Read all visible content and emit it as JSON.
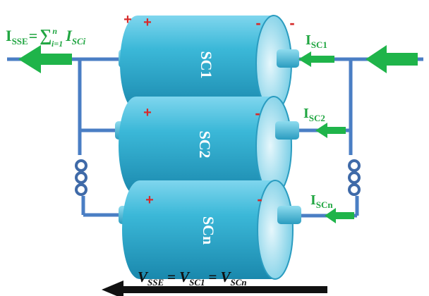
{
  "colors": {
    "wire": "#4a7ec4",
    "cap_body": "#3bb8d8",
    "cap_body_dark": "#1c8fb4",
    "cap_end": "#bfe8f4",
    "terminal": "#4ab8d2",
    "arrow_green": "#1fb44a",
    "plus_minus_red": "#d62b2b",
    "label_green": "#21a642",
    "inductor": "#3f6aa8",
    "black": "#111111"
  },
  "capacitors": [
    {
      "label": "SC1",
      "plus": "+",
      "minus": "-"
    },
    {
      "label": "SC2",
      "plus": "+",
      "minus": "-"
    },
    {
      "label": "SCn",
      "plus": "+",
      "minus": "-"
    }
  ],
  "outer_signs": {
    "plus": "+",
    "minus": "-"
  },
  "currents": {
    "total_main": "I",
    "total_sub": "SSE",
    "total_eq": "=",
    "sum_symbol": "∑",
    "sum_lower": "i=1",
    "sum_upper": "n",
    "sum_term_main": "I",
    "sum_term_sub": "SCi",
    "branch_1": {
      "main": "I",
      "sub": "SC1"
    },
    "branch_2": {
      "main": "I",
      "sub": "SC2"
    },
    "branch_n": {
      "main": "I",
      "sub": "SCn"
    }
  },
  "voltage": {
    "v1_main": "V",
    "v1_sub": "SSE",
    "eq1": "=",
    "v2_main": "V",
    "v2_sub": "SC1",
    "eq2": "=",
    "v3_main": "V",
    "v3_sub": "SCn"
  }
}
